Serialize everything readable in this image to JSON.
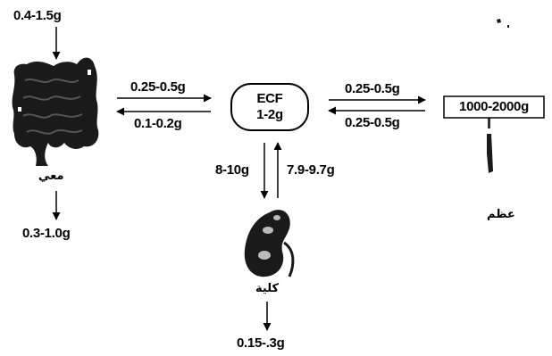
{
  "colors": {
    "ink": "#000000",
    "organ_fill": "#1a1a1a",
    "background": "#ffffff"
  },
  "intake": {
    "label": "0.4-1.5g"
  },
  "intestine": {
    "icon": "intestine-icon",
    "label": "معي"
  },
  "fecal_output": {
    "label": "0.3-1.0g"
  },
  "gut_to_ecf": {
    "label": "0.25-0.5g"
  },
  "ecf_to_gut": {
    "label": "0.1-0.2g"
  },
  "ecf": {
    "line1": "ECF",
    "line2": "1-2g"
  },
  "ecf_to_bone": {
    "label": "0.25-0.5g"
  },
  "bone_to_ecf": {
    "label": "0.25-0.5g"
  },
  "bone": {
    "icon": "bone-icon",
    "label": "عظم",
    "pool": "1000-2000g"
  },
  "ecf_to_kidney": {
    "label": "8-10g"
  },
  "kidney_to_ecf": {
    "label": "7.9-9.7g"
  },
  "kidney": {
    "icon": "kidney-icon",
    "label": "كلية"
  },
  "urine_output": {
    "label": "0.15-.3g"
  }
}
